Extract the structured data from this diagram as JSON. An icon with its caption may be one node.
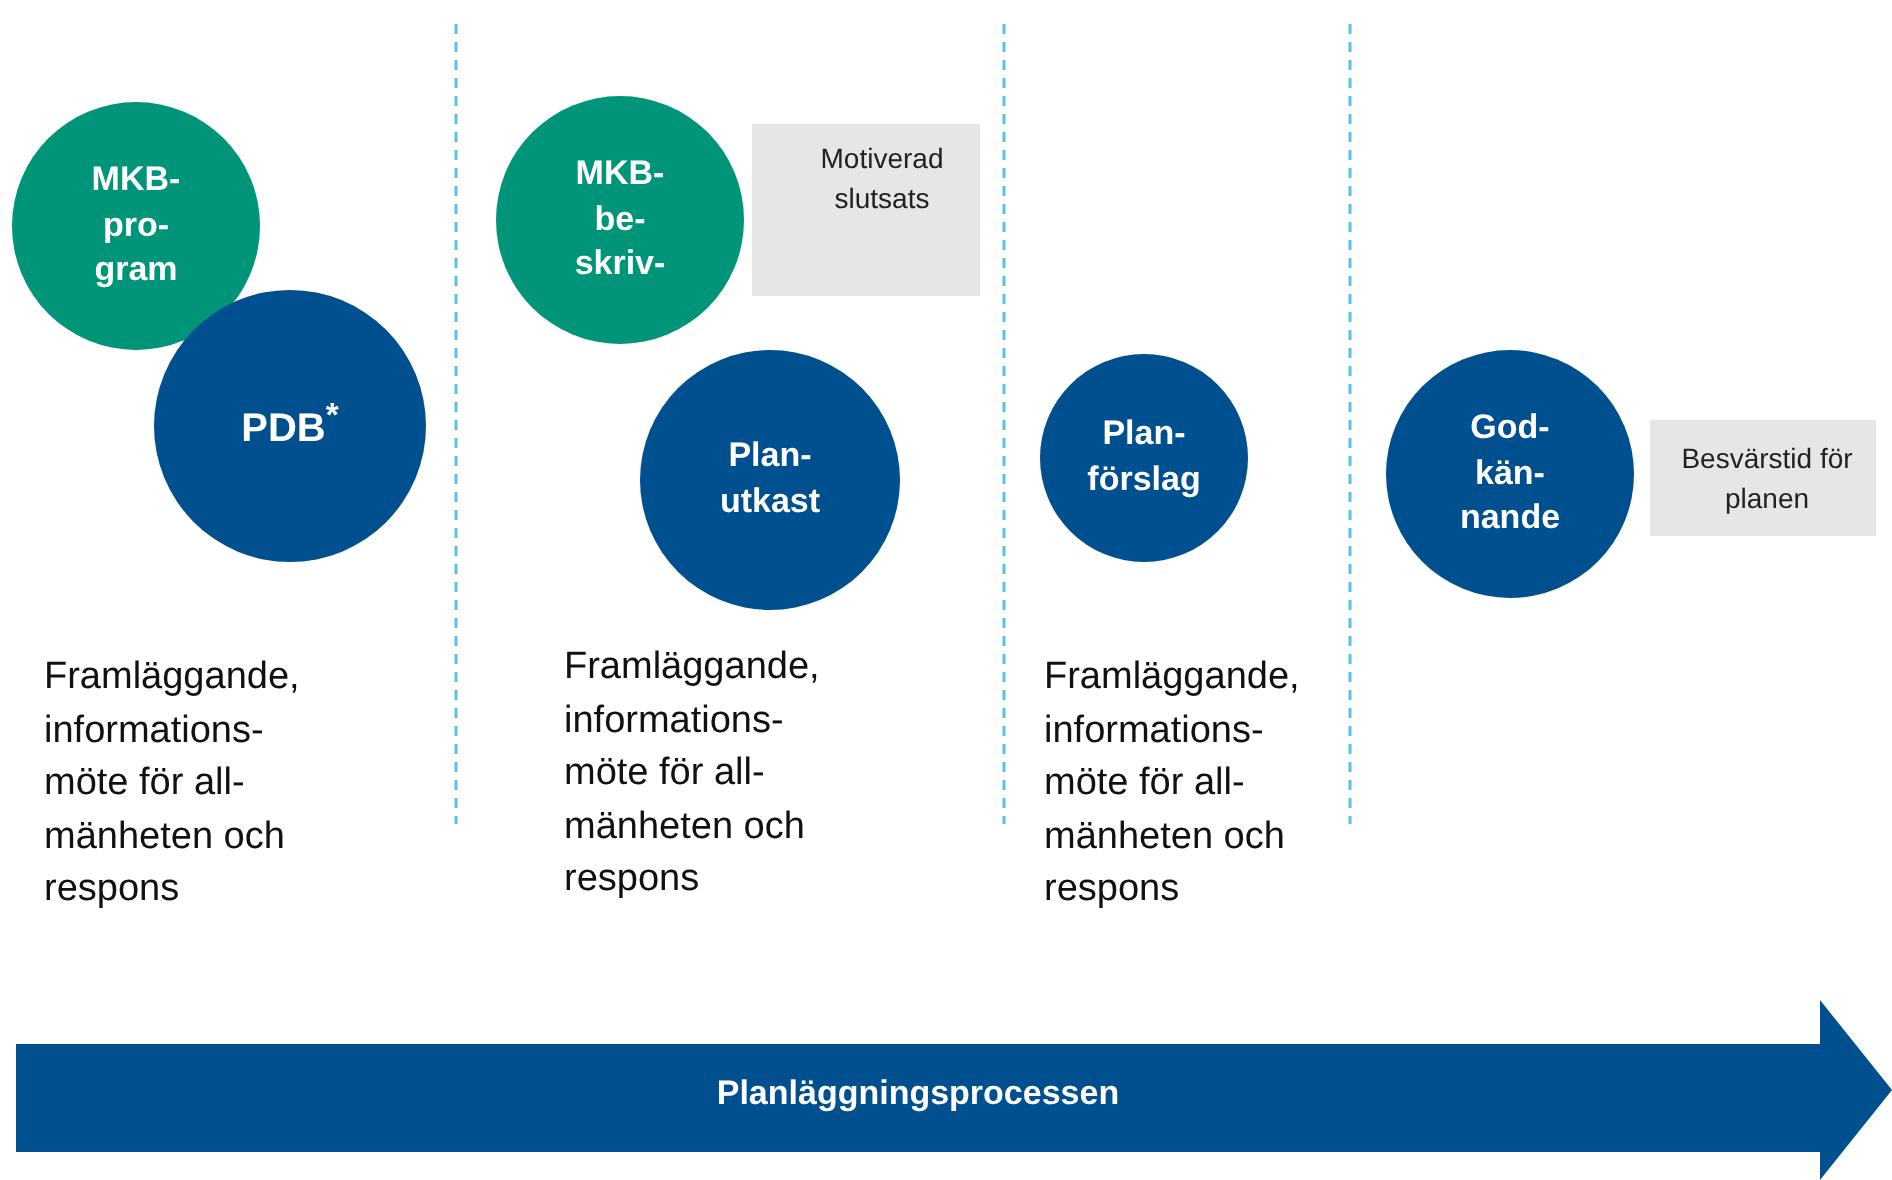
{
  "diagram": {
    "nodes": [
      {
        "text": [
          "MKB- pro- gram"
        ]
      },
      {
        "text": [
          "PDB$^{*}$"
        ]
      },
      {
        "text": [
          "MKB- be- skriv-"
        ]
      },
      {
        "text": [
          "Motiverad slutsats"
        ]
      },
      {
        "text": [
          "Plan- utkast"
        ]
      },
      {
        "text": [
          "Plan- förslag"
        ]
      },
      {
        "text": [
          "God- kän- nande"
        ]
      },
      {
        "text": [
          "Besvärstid för planen"
        ]
      },
      {
        "text": [
          "Planläggningsprocessen"
        ]
      }
    ],
    "labels": [
      "Framläggande, informations- möte för all- mänheten och respons",
      "Framläggande, informations- möte för all- mänheten och respons",
      "Framläggande, informations- möte för all- mänheten och respons"
    ]
  }
}
